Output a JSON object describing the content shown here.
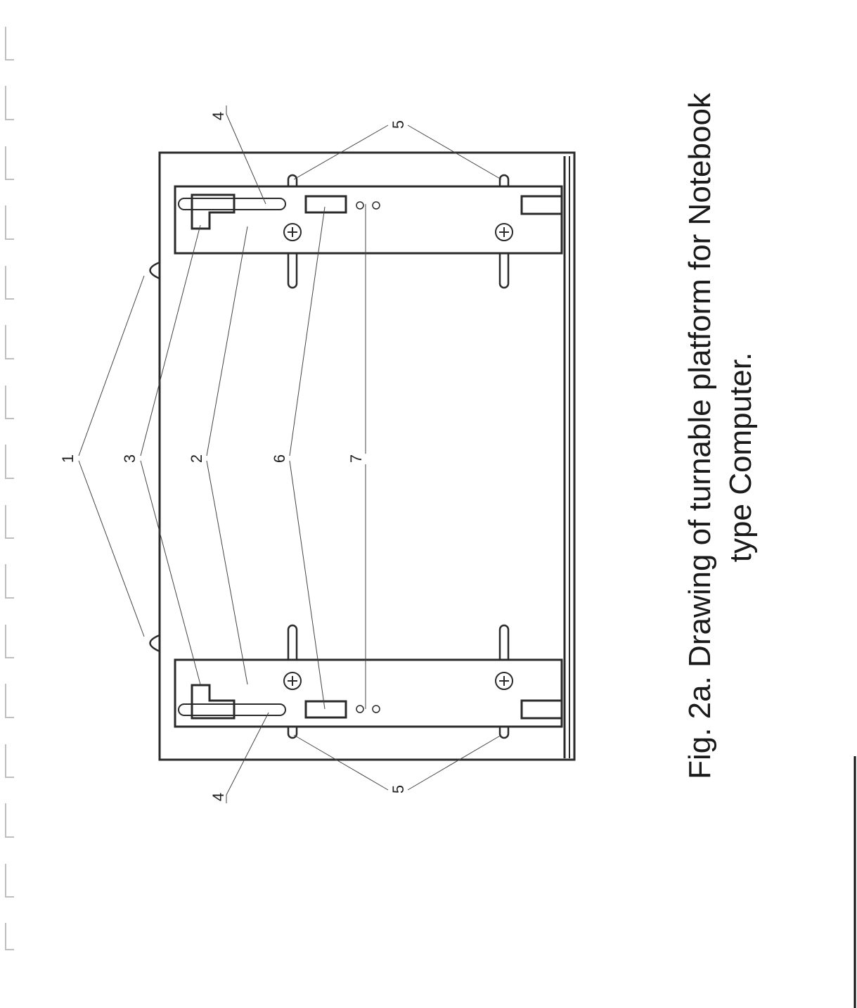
{
  "figure": {
    "caption_line1": "Fig. 2a. Drawing of turnable platform for Notebook",
    "caption_line2": "type Computer.",
    "callouts": {
      "c1": "1",
      "c2": "2",
      "c3": "3",
      "c4_top": "4",
      "c4_bottom": "4",
      "c5_top": "5",
      "c5_bottom": "5",
      "c6": "6",
      "c7": "7"
    }
  },
  "colors": {
    "ink": "#2a2a2a",
    "paper": "#ffffff"
  }
}
